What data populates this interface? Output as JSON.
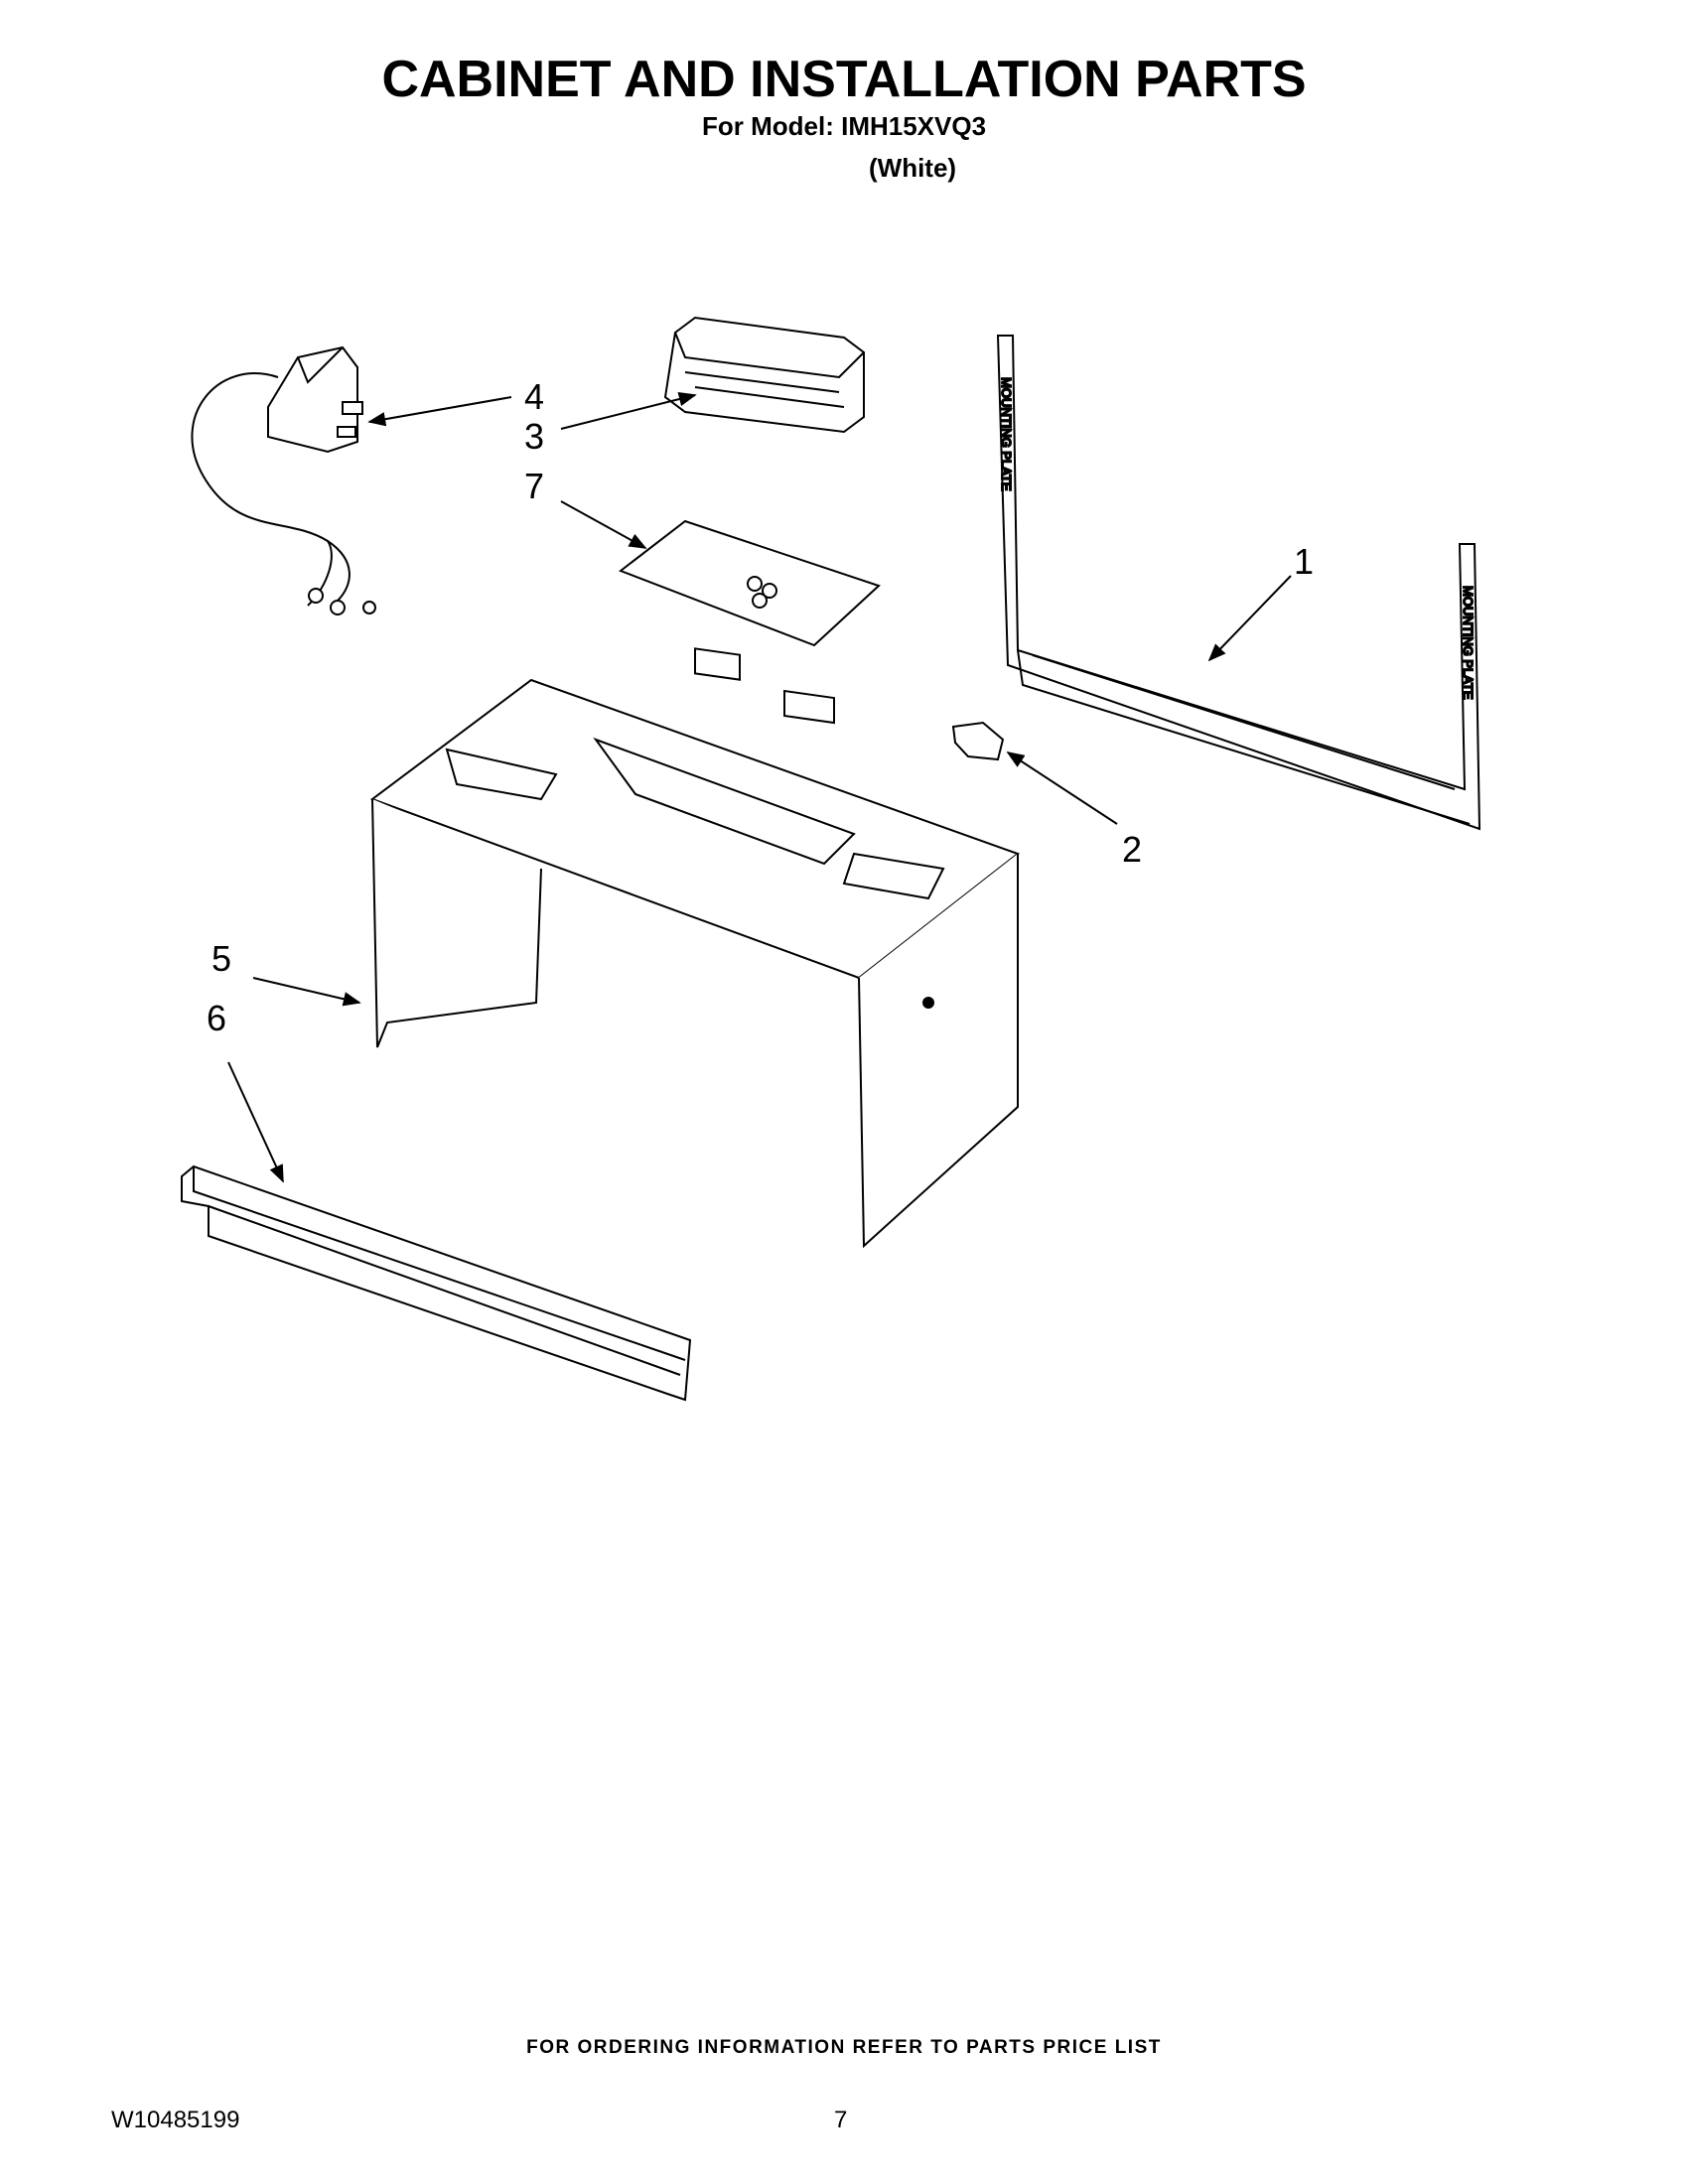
{
  "header": {
    "title": "CABINET AND INSTALLATION PARTS",
    "model_line": "For Model: IMH15XVQ3",
    "color_line": "(White)"
  },
  "diagram": {
    "callouts": [
      "1",
      "2",
      "3",
      "4",
      "5",
      "6",
      "7"
    ],
    "plate_label": "MOUNTING PLATE"
  },
  "footer": {
    "ordering_note": "FOR ORDERING INFORMATION REFER TO PARTS PRICE LIST",
    "doc_number": "W10485199",
    "page_number": "7"
  }
}
